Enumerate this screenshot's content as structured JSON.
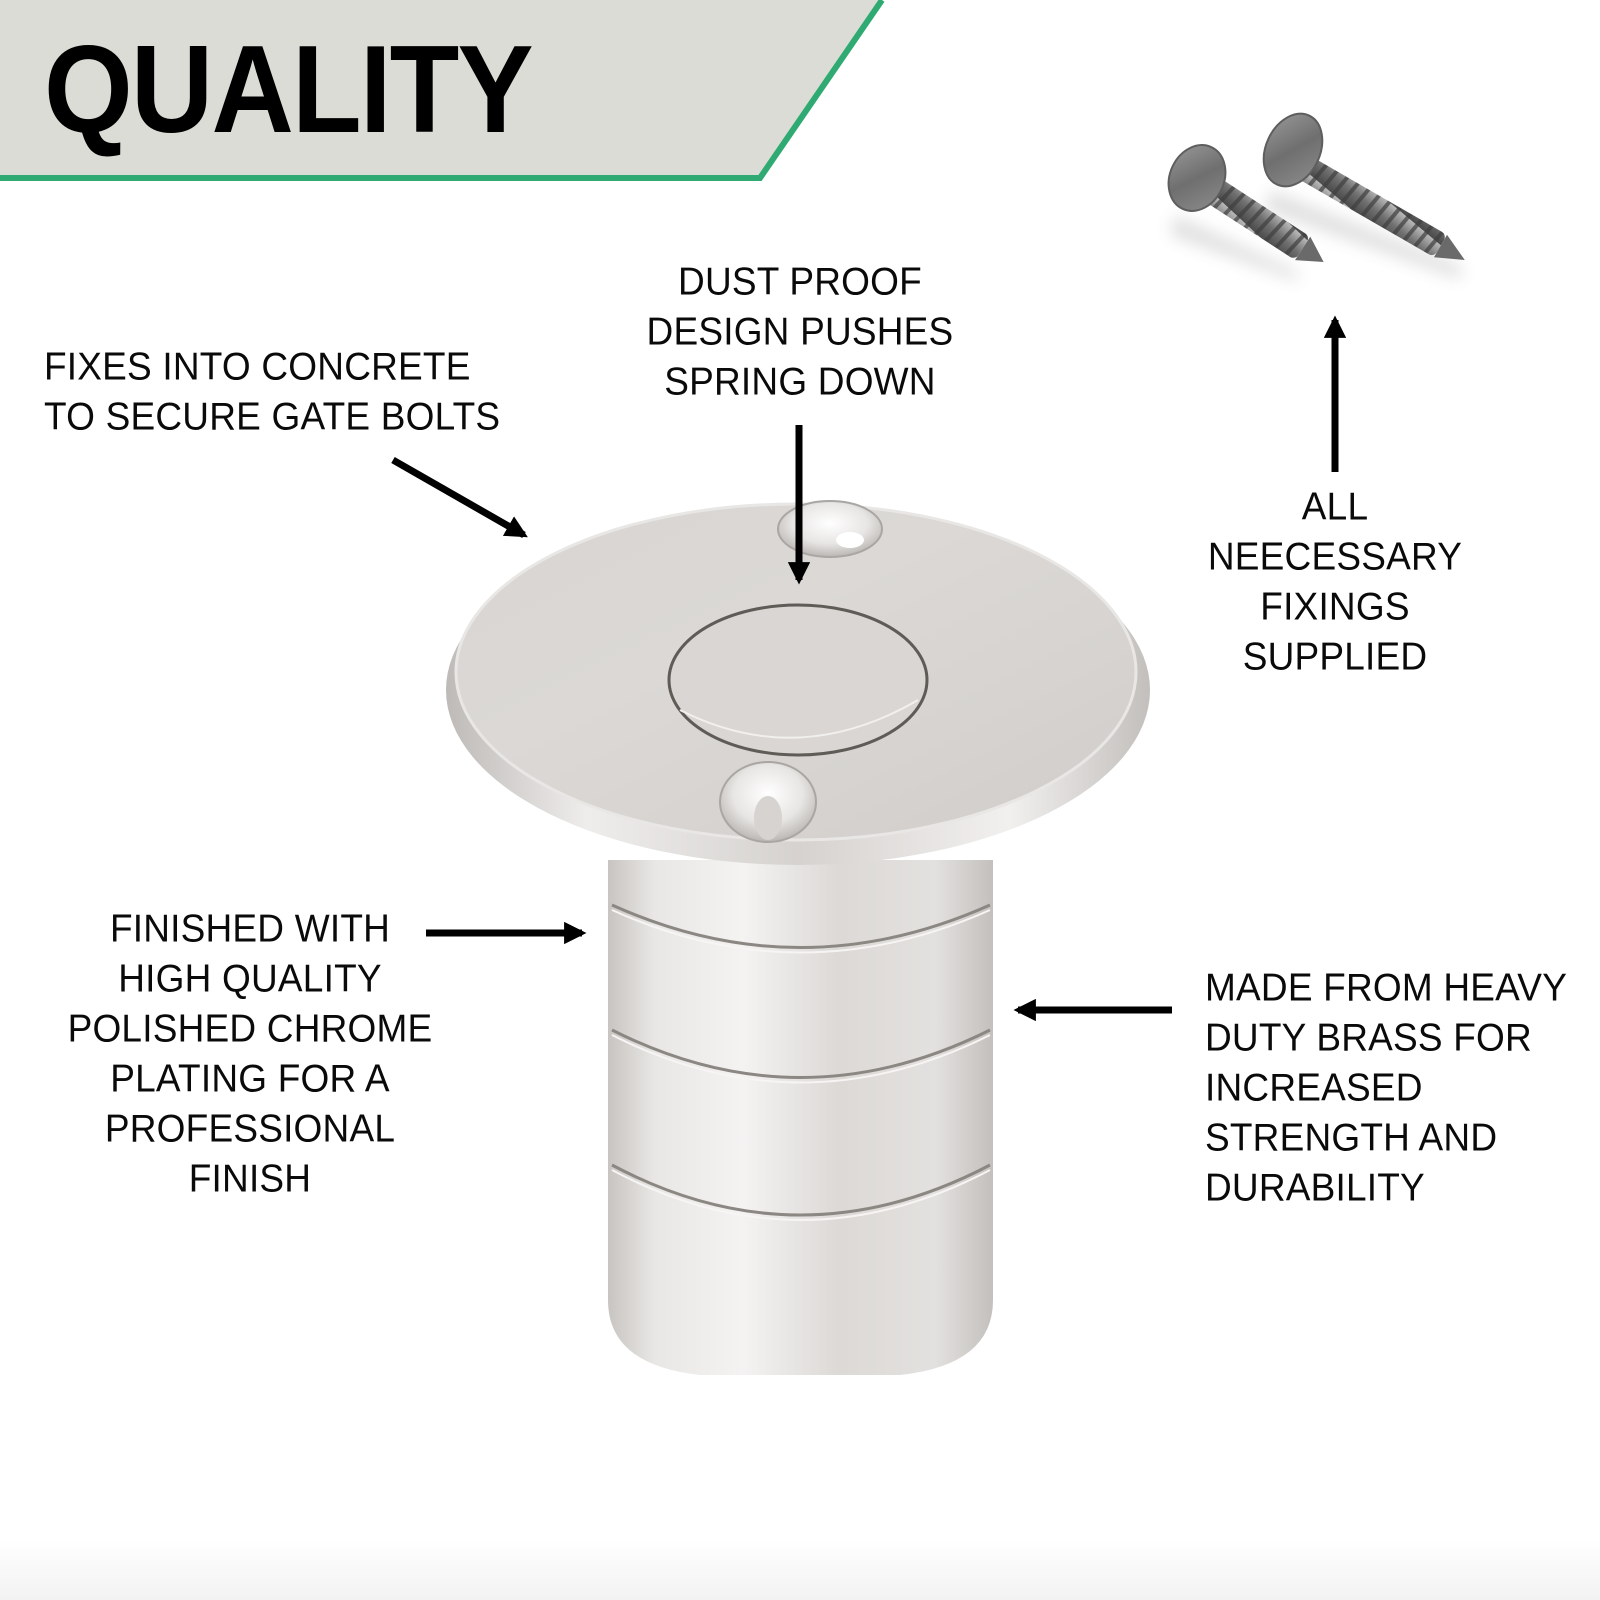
{
  "banner": {
    "title": "QUALITY",
    "fill_color": "#dcdcd6",
    "accent_color": "#2eaa72"
  },
  "product": {
    "name": "dust proof socket",
    "finish_color": "#d9d6d3"
  },
  "fixings": {
    "name": "countersunk screws",
    "count": 2
  },
  "callouts": {
    "concrete": {
      "lines": [
        "FIXES INTO CONCRETE",
        "TO SECURE GATE BOLTS"
      ],
      "arrow": "arrow-down-right"
    },
    "dust_proof": {
      "lines": [
        "DUST PROOF",
        "DESIGN PUSHES",
        "SPRING DOWN"
      ],
      "arrow": "arrow-down"
    },
    "fixings": {
      "lines": [
        "ALL",
        "NEECESSARY",
        "FIXINGS",
        "SUPPLIED"
      ],
      "arrow": "arrow-up"
    },
    "finish": {
      "lines": [
        "FINISHED WITH",
        "HIGH QUALITY",
        "POLISHED CHROME",
        "PLATING FOR A",
        "PROFESSIONAL",
        "FINISH"
      ],
      "arrow": "arrow-right"
    },
    "brass": {
      "lines": [
        "MADE FROM HEAVY",
        "DUTY BRASS FOR",
        "INCREASED",
        "STRENGTH AND",
        "DURABILITY"
      ],
      "arrow": "arrow-left"
    }
  }
}
